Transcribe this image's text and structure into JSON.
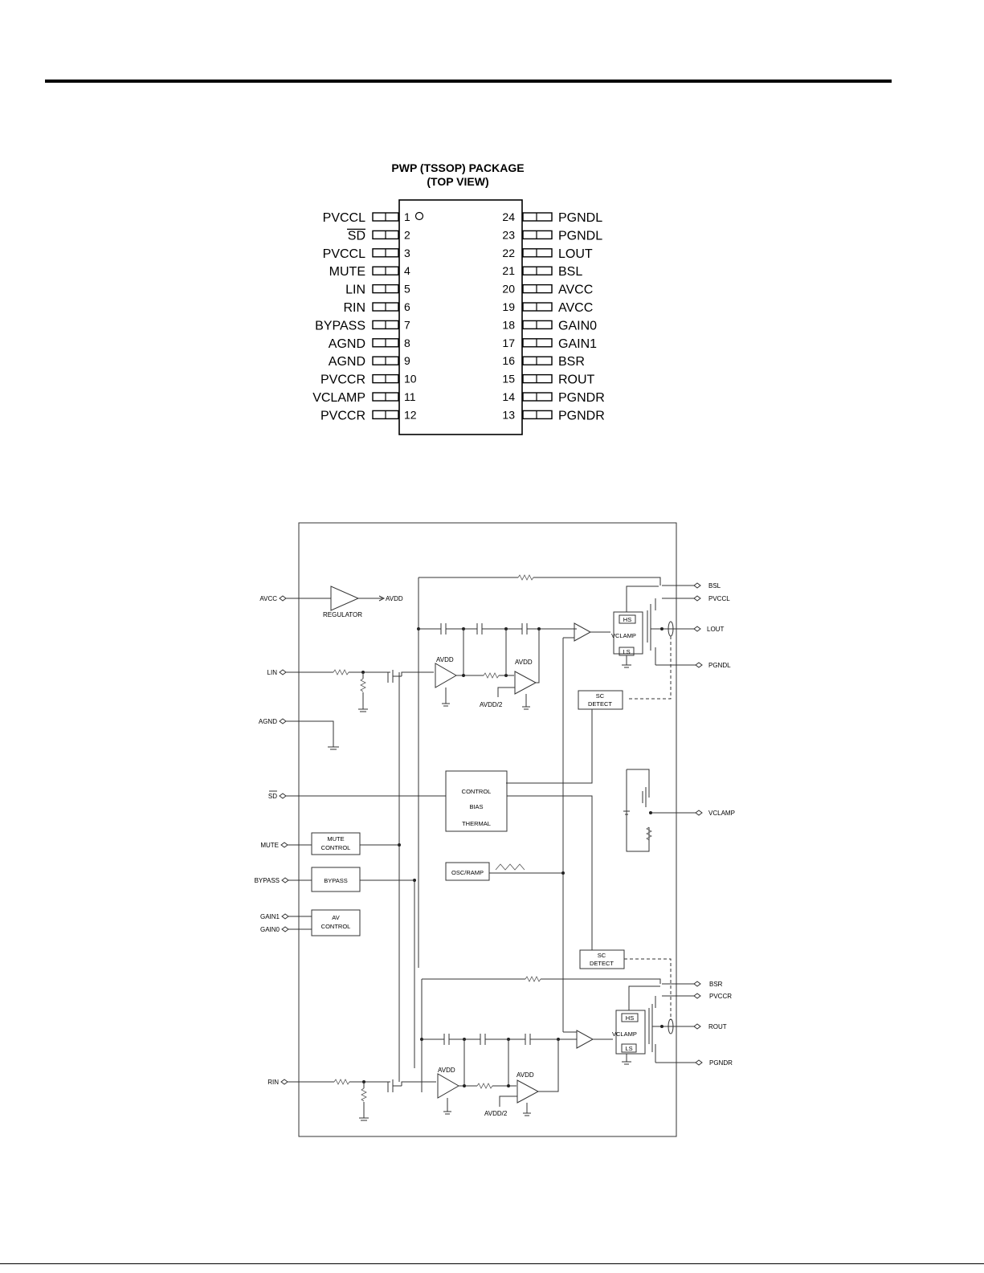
{
  "pinout": {
    "title_line1": "PWP (TSSOP) PACKAGE",
    "title_line2": "(TOP VIEW)",
    "left_pins": [
      {
        "num": "1",
        "name": "PVCCL"
      },
      {
        "num": "2",
        "name": "SD"
      },
      {
        "num": "3",
        "name": "PVCCL"
      },
      {
        "num": "4",
        "name": "MUTE"
      },
      {
        "num": "5",
        "name": "LIN"
      },
      {
        "num": "6",
        "name": "RIN"
      },
      {
        "num": "7",
        "name": "BYPASS"
      },
      {
        "num": "8",
        "name": "AGND"
      },
      {
        "num": "9",
        "name": "AGND"
      },
      {
        "num": "10",
        "name": "PVCCR"
      },
      {
        "num": "11",
        "name": "VCLAMP"
      },
      {
        "num": "12",
        "name": "PVCCR"
      }
    ],
    "right_pins": [
      {
        "num": "24",
        "name": "PGNDL"
      },
      {
        "num": "23",
        "name": "PGNDL"
      },
      {
        "num": "22",
        "name": "LOUT"
      },
      {
        "num": "21",
        "name": "BSL"
      },
      {
        "num": "20",
        "name": "AVCC"
      },
      {
        "num": "19",
        "name": "AVCC"
      },
      {
        "num": "18",
        "name": "GAIN0"
      },
      {
        "num": "17",
        "name": "GAIN1"
      },
      {
        "num": "16",
        "name": "BSR"
      },
      {
        "num": "15",
        "name": "ROUT"
      },
      {
        "num": "14",
        "name": "PGNDR"
      },
      {
        "num": "13",
        "name": "PGNDR"
      }
    ]
  },
  "block": {
    "left_io": {
      "avcc": "AVCC",
      "lin": "LIN",
      "agnd": "AGND",
      "sd": "SD",
      "mute": "MUTE",
      "bypass": "BYPASS",
      "gain1": "GAIN1",
      "gain0": "GAIN0",
      "rin": "RIN"
    },
    "right_io": {
      "bsl": "BSL",
      "pvccl": "PVCCL",
      "lout": "LOUT",
      "pgndl": "PGNDL",
      "vclamp": "VCLAMP",
      "bsr": "BSR",
      "pvccr": "PVCCR",
      "rout": "ROUT",
      "pgndr": "PGNDR"
    },
    "internal": {
      "regulator": "REGULATOR",
      "avdd": "AVDD",
      "avdd_half": "AVDD/2",
      "hs": "HS",
      "ls": "LS",
      "vclamp": "VCLAMP",
      "sc": "SC",
      "detect": "DETECT",
      "control": "CONTROL",
      "bias": "BIAS",
      "thermal": "THERMAL",
      "mute_line1": "MUTE",
      "mute_line2": "CONTROL",
      "bypass_block": "BYPASS",
      "osc": "OSC/RAMP",
      "av_line1": "AV",
      "av_line2": "CONTROL"
    }
  }
}
